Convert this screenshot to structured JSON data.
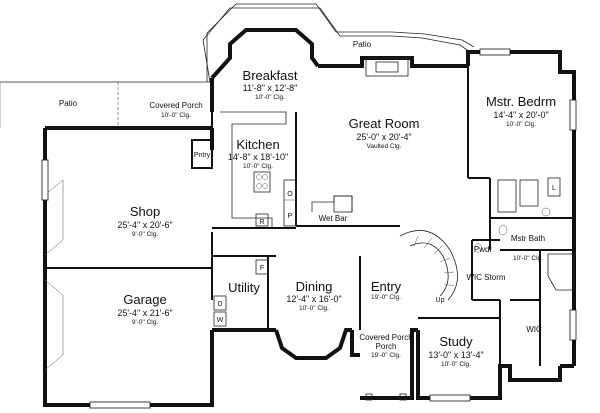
{
  "rooms": {
    "patio_top": {
      "name": "Patio"
    },
    "patio_left": {
      "name": "Patio"
    },
    "covered_porch_rear": {
      "name": "Covered Porch",
      "ceiling": "10'-0\" Clg."
    },
    "breakfast": {
      "name": "Breakfast",
      "dims": "11'-8\" x 12'-8\"",
      "ceiling": "10'-0\" Clg."
    },
    "great_room": {
      "name": "Great Room",
      "dims": "25'-0\" x 20'-4\"",
      "ceiling": "Vaulted Clg."
    },
    "master_bedroom": {
      "name": "Mstr. Bedrm",
      "dims": "14'-4\" x 20'-0\"",
      "ceiling": "10'-0\" Clg."
    },
    "kitchen": {
      "name": "Kitchen",
      "dims": "14'-8\" x 18'-10\"",
      "ceiling": "10'-0\" Clg."
    },
    "shop": {
      "name": "Shop",
      "dims": "25'-4\" x 20'-6\"",
      "ceiling": "9'-0\" Clg."
    },
    "garage": {
      "name": "Garage",
      "dims": "25'-4\" x 21'-6\"",
      "ceiling": "9'-0\" Clg."
    },
    "utility": {
      "name": "Utility"
    },
    "dining": {
      "name": "Dining",
      "dims": "12'-4\" x 16'-0\"",
      "ceiling": "10'-0\" Clg."
    },
    "entry": {
      "name": "Entry",
      "ceiling": "19'-0\" Clg."
    },
    "covered_porch_front": {
      "name": "Covered Porch",
      "ceiling": "19'-0\" Clg."
    },
    "study": {
      "name": "Study",
      "dims": "13'-0\" x 13'-4\"",
      "ceiling": "10'-0\" Clg."
    },
    "master_bath": {
      "name": "Mstr Bath",
      "ceiling": "10'-0\" Clg."
    },
    "wic_master": {
      "name": "WIC"
    },
    "wic_storm": {
      "name": "WIC Storm"
    },
    "powder": {
      "name": "Pwdr"
    }
  },
  "fixtures": {
    "wet_bar": "Wet Bar",
    "pantry": "Pntry",
    "refrigerator": "R",
    "pantry_p": "P",
    "oven": "O",
    "linen": "L",
    "freezer": "F",
    "dryer": "D",
    "washer": "W",
    "stair_up": "Up"
  },
  "colors": {
    "wall": "#111111",
    "background": "#ffffff"
  }
}
